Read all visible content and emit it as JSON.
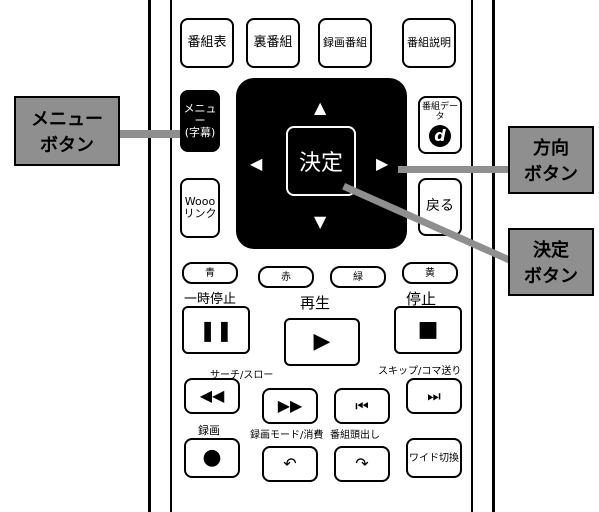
{
  "buttons": {
    "epg": "番組表",
    "ura": "裏番組",
    "rec_list": "録画番組",
    "program_info": "番組説明",
    "menu_line1": "メニュー",
    "menu_line2": "(字幕)",
    "data_line1": "番組データ",
    "data_symbol": "d",
    "wooo_line1": "Wooo",
    "wooo_line2": "リンク",
    "back": "戻る",
    "enter": "決定",
    "blue": "青",
    "red": "赤",
    "green": "緑",
    "yellow": "黄",
    "wide": "ワイド切換"
  },
  "labels": {
    "pause": "一時停止",
    "play": "再生",
    "stop": "停止",
    "search_slow": "サーチ/スロー",
    "skip_frame": "スキップ/コマ送り",
    "record": "録画",
    "rec_mode": "録画モード/消費",
    "auto_jump": "番組頭出し"
  },
  "callouts": {
    "menu_line1": "メニュー",
    "menu_line2": "ボタン",
    "direction_line1": "方向",
    "direction_line2": "ボタン",
    "enter_line1": "決定",
    "enter_line2": "ボタン"
  }
}
